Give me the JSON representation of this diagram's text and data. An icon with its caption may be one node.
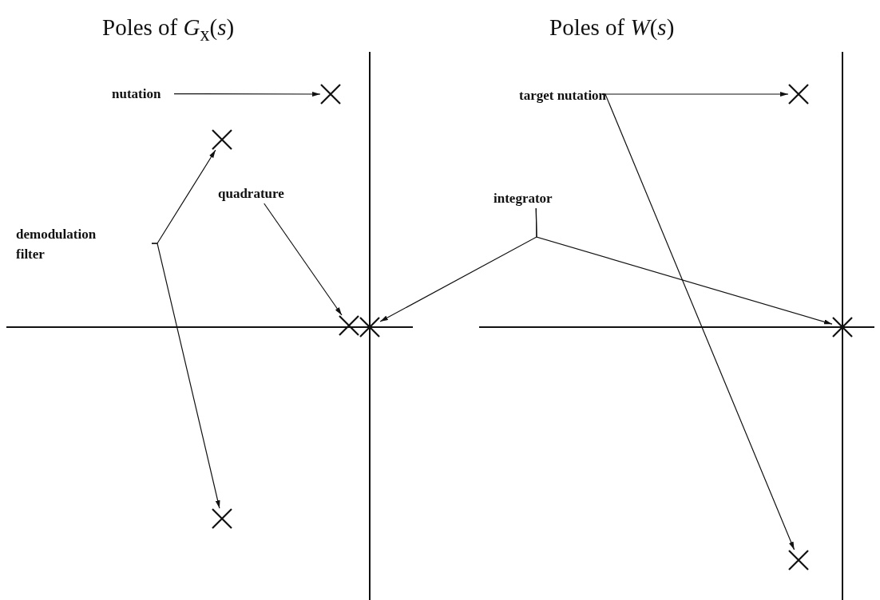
{
  "diagram": {
    "nodes": [
      {
        "text": [
          "nutation"
        ]
      },
      {
        "text": [
          "demodulation filter"
        ]
      },
      {
        "text": [
          "quadrature"
        ]
      },
      {
        "text": [
          "integrator"
        ]
      },
      {
        "text": [
          "target nutation"
        ]
      },
      {
        "text": [],
        "shape": "cross"
      },
      {
        "text": [],
        "shape": "cross"
      },
      {
        "text": [],
        "shape": "cross"
      },
      {
        "text": [],
        "shape": "cross"
      },
      {
        "text": [],
        "shape": "cross"
      },
      {
        "text": [],
        "shape": "cross"
      },
      {
        "text": [],
        "shape": "cross"
      },
      {
        "text": [],
        "shape": "cross"
      }
    ],
    "edges": [
      {
        "from": 0,
        "to": 5,
        "arrow": "to"
      },
      {
        "from": 1,
        "to": 6,
        "arrow": "to"
      },
      {
        "from": 1,
        "to": 9,
        "arrow": "to"
      },
      {
        "from": 2,
        "to": 7,
        "arrow": "to"
      },
      {
        "from": 3,
        "to": 8,
        "arrow": "to"
      },
      {
        "from": 3,
        "to": 11,
        "arrow": "to"
      },
      {
        "from": 4,
        "to": 10,
        "arrow": "to"
      },
      {
        "from": 4,
        "to": 12,
        "arrow": "to"
      }
    ],
    "labels": [
      "Poles of *G*$_{x}$(*s*)",
      "Poles of *W*(*s*)"
    ]
  }
}
